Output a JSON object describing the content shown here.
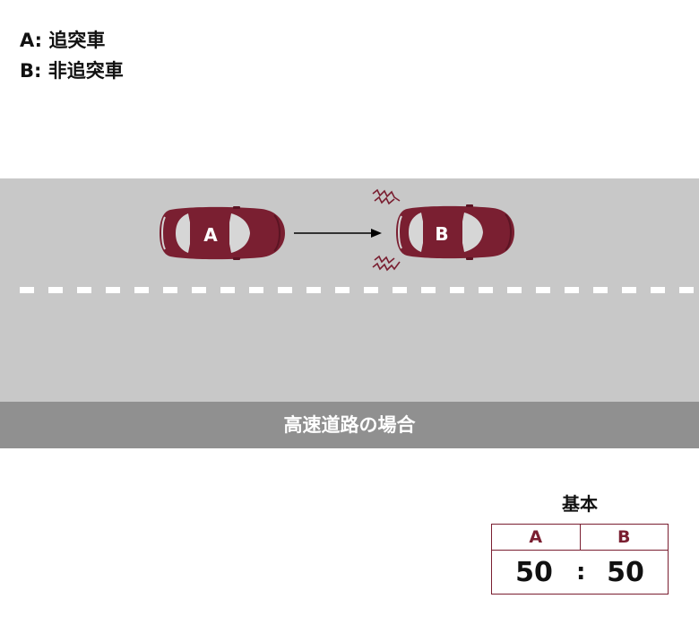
{
  "legend": {
    "line_a": "A: 追突車",
    "line_b": "B: 非追突車"
  },
  "scene": {
    "caption": "高速道路の場合",
    "car_a_label": "A",
    "car_b_label": "B",
    "car_color": "#7a1f31"
  },
  "ratio": {
    "title": "基本",
    "header_a": "A",
    "header_b": "B",
    "value_a": "50",
    "separator": ":",
    "value_b": "50"
  }
}
